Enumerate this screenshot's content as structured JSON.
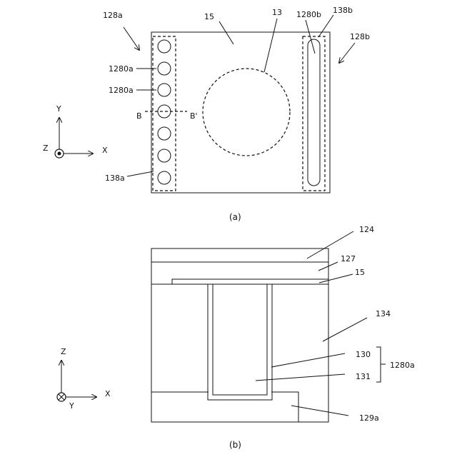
{
  "panel_a": {
    "caption": "(a)",
    "labels": {
      "l128a": "128a",
      "l15": "15",
      "l13": "13",
      "l1280b": "1280b",
      "l138b": "138b",
      "l128b": "128b",
      "l1280a_1": "1280a",
      "l1280a_2": "1280a",
      "lB": "B",
      "lBp": "B'",
      "l138a": "138a"
    },
    "axes": {
      "y": "Y",
      "z": "Z",
      "x": "X"
    }
  },
  "panel_b": {
    "caption": "(b)",
    "labels": {
      "l124": "124",
      "l127": "127",
      "l15": "15",
      "l134": "134",
      "l130": "130",
      "l131": "131",
      "l1280a": "1280a",
      "l129a": "129a"
    },
    "axes": {
      "z": "Z",
      "x": "X",
      "y": "Y"
    }
  }
}
